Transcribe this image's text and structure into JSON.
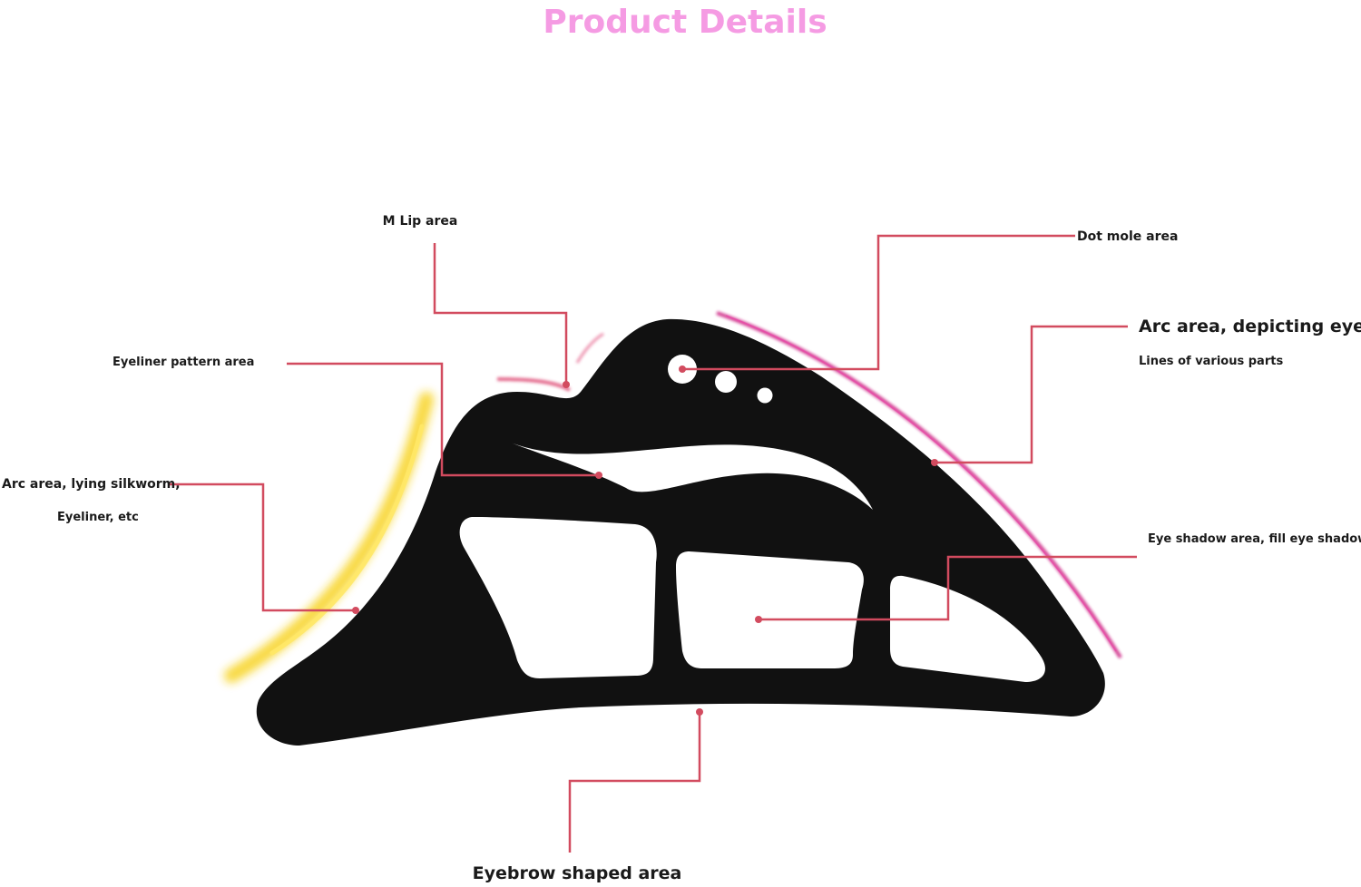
{
  "title": "Product Details",
  "colors": {
    "title": "#f59be3",
    "leader": "#d24b5f",
    "stencil": "#111111",
    "glow_yellow": "#f7d21c",
    "glow_pink": "#c9137a"
  },
  "labels": {
    "m_lip": "M Lip area",
    "dot_mole": "Dot mole area",
    "arc_eyes_title": "Arc area, depicting eyes",
    "arc_eyes_sub": "Lines of various parts",
    "eyeliner_pattern": "Eyeliner pattern area",
    "arc_silkworm_1": "Arc area, lying silkworm,",
    "arc_silkworm_2": "Eyeliner, etc",
    "eye_shadow": "Eye shadow area, fill eye shadow",
    "eyebrow": "Eyebrow shaped area"
  }
}
